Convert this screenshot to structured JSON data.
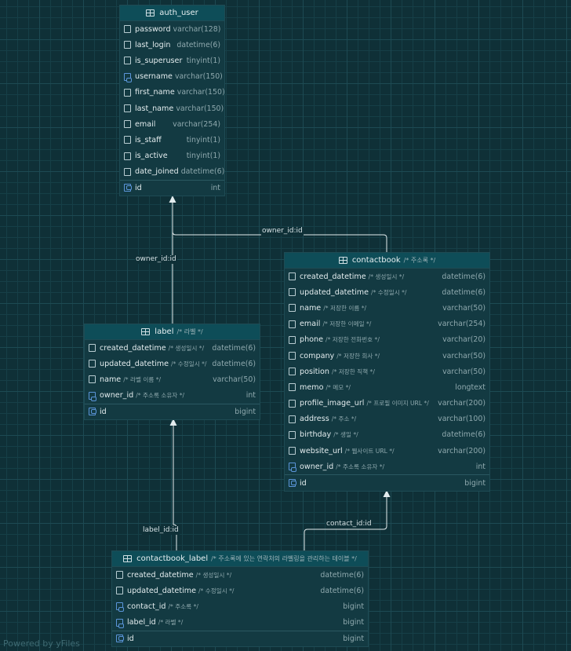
{
  "tables": {
    "auth_user": {
      "name": "auth_user",
      "comment": "",
      "columns": [
        {
          "name": "password",
          "comment": "",
          "type": "varchar(128)"
        },
        {
          "name": "last_login",
          "comment": "",
          "type": "datetime(6)"
        },
        {
          "name": "is_superuser",
          "comment": "",
          "type": "tinyint(1)"
        },
        {
          "name": "username",
          "comment": "",
          "type": "varchar(150)"
        },
        {
          "name": "first_name",
          "comment": "",
          "type": "varchar(150)"
        },
        {
          "name": "last_name",
          "comment": "",
          "type": "varchar(150)"
        },
        {
          "name": "email",
          "comment": "",
          "type": "varchar(254)"
        },
        {
          "name": "is_staff",
          "comment": "",
          "type": "tinyint(1)"
        },
        {
          "name": "is_active",
          "comment": "",
          "type": "tinyint(1)"
        },
        {
          "name": "date_joined",
          "comment": "",
          "type": "datetime(6)"
        }
      ],
      "pk": {
        "name": "id",
        "comment": "",
        "type": "int"
      }
    },
    "contactbook": {
      "name": "contactbook",
      "comment": "/* 주소록 */",
      "columns": [
        {
          "name": "created_datetime",
          "comment": "/* 생성일시 */",
          "type": "datetime(6)"
        },
        {
          "name": "updated_datetime",
          "comment": "/* 수정일시 */",
          "type": "datetime(6)"
        },
        {
          "name": "name",
          "comment": "/* 저장한 이름 */",
          "type": "varchar(50)"
        },
        {
          "name": "email",
          "comment": "/* 저장한 이메일 */",
          "type": "varchar(254)"
        },
        {
          "name": "phone",
          "comment": "/* 저장한 전화번호 */",
          "type": "varchar(20)"
        },
        {
          "name": "company",
          "comment": "/* 저장한 회사 */",
          "type": "varchar(50)"
        },
        {
          "name": "position",
          "comment": "/* 저장한 직책 */",
          "type": "varchar(50)"
        },
        {
          "name": "memo",
          "comment": "/* 메모 */",
          "type": "longtext"
        },
        {
          "name": "profile_image_url",
          "comment": "/* 프로필 이미지 URL */",
          "type": "varchar(200)"
        },
        {
          "name": "address",
          "comment": "/* 주소 */",
          "type": "varchar(100)"
        },
        {
          "name": "birthday",
          "comment": "/* 생일 */",
          "type": "datetime(6)"
        },
        {
          "name": "website_url",
          "comment": "/* 웹사이트 URL */",
          "type": "varchar(200)"
        },
        {
          "name": "owner_id",
          "comment": "/* 주소록 소유자 */",
          "type": "int"
        }
      ],
      "pk": {
        "name": "id",
        "comment": "",
        "type": "bigint"
      }
    },
    "label": {
      "name": "label",
      "comment": "/* 라벨 */",
      "columns": [
        {
          "name": "created_datetime",
          "comment": "/* 생성일시 */",
          "type": "datetime(6)"
        },
        {
          "name": "updated_datetime",
          "comment": "/* 수정일시 */",
          "type": "datetime(6)"
        },
        {
          "name": "name",
          "comment": "/* 라벨 이름 */",
          "type": "varchar(50)"
        },
        {
          "name": "owner_id",
          "comment": "/* 주소록 소유자 */",
          "type": "int"
        }
      ],
      "pk": {
        "name": "id",
        "comment": "",
        "type": "bigint"
      }
    },
    "contactbook_label": {
      "name": "contactbook_label",
      "comment": "/* 주소록에 있는 연락처의 라벨링을 관리하는 테이블 */",
      "columns": [
        {
          "name": "created_datetime",
          "comment": "/* 생성일시 */",
          "type": "datetime(6)"
        },
        {
          "name": "updated_datetime",
          "comment": "/* 수정일시 */",
          "type": "datetime(6)"
        },
        {
          "name": "contact_id",
          "comment": "/* 주소록 */",
          "type": "bigint"
        },
        {
          "name": "label_id",
          "comment": "/* 라벨 */",
          "type": "bigint"
        }
      ],
      "pk": {
        "name": "id",
        "comment": "",
        "type": "bigint"
      }
    }
  },
  "edges": {
    "contactbook_owner": "owner_id:id",
    "label_owner": "owner_id:id",
    "cl_label": "label_id:id",
    "cl_contact": "contact_id:id"
  },
  "footer": "Powered by yFiles"
}
